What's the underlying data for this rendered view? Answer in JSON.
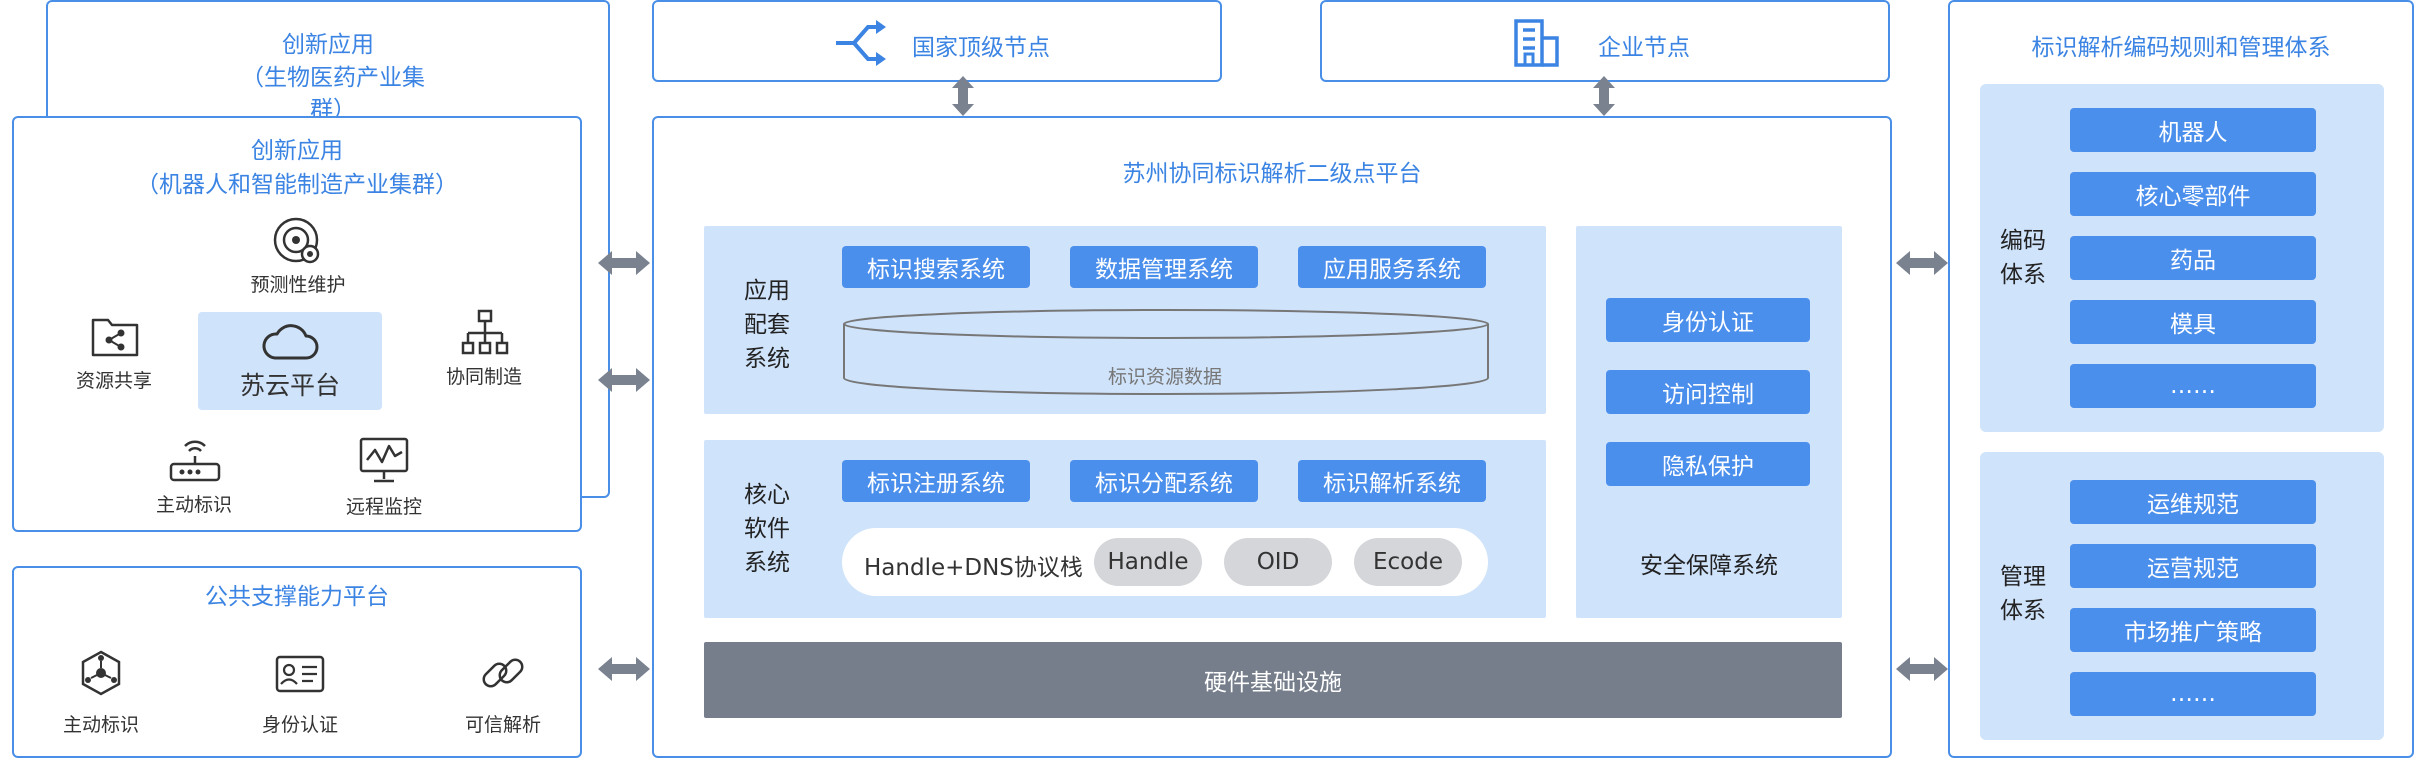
{
  "left": {
    "back_card": {
      "title": "创新应用",
      "subtitle": "（生物医药产业集群）"
    },
    "front_card": {
      "title": "创新应用",
      "subtitle": "（机器人和智能制造产业集群）",
      "center": "苏云平台",
      "items": [
        "预测性维护",
        "资源共享",
        "协同制造",
        "主动标识",
        "远程监控"
      ]
    },
    "public_card": {
      "title": "公共支撑能力平台",
      "items": [
        "主动标识",
        "身份认证",
        "可信解析"
      ]
    }
  },
  "top_nodes": {
    "national": "国家顶级节点",
    "enterprise": "企业节点"
  },
  "center": {
    "title": "苏州协同标识解析二级点平台",
    "app_support": {
      "label": [
        "应用",
        "配套",
        "系统"
      ],
      "buttons": [
        "标识搜索系统",
        "数据管理系统",
        "应用服务系统"
      ],
      "database": "标识资源数据"
    },
    "core_software": {
      "label": [
        "核心",
        "软件",
        "系统"
      ],
      "buttons": [
        "标识注册系统",
        "标识分配系统",
        "标识解析系统"
      ],
      "stack_label": "Handle+DNS协议栈",
      "stack_items": [
        "Handle",
        "OID",
        "Ecode"
      ]
    },
    "security": {
      "buttons": [
        "身份认证",
        "访问控制",
        "隐私保护"
      ],
      "label": "安全保障系统"
    },
    "hardware": "硬件基础设施"
  },
  "right": {
    "title": "标识解析编码规则和管理体系",
    "coding": {
      "label": [
        "编码",
        "体系"
      ],
      "items": [
        "机器人",
        "核心零部件",
        "药品",
        "模具",
        "……"
      ]
    },
    "management": {
      "label": [
        "管理",
        "体系"
      ],
      "items": [
        "运维规范",
        "运营规范",
        "市场推广策略",
        "……"
      ]
    }
  },
  "colors": {
    "accent": "#4b8fed",
    "border": "#4a8fe7",
    "zone": "#cfe3fb",
    "arrow": "#7a8290",
    "hardware": "#767e8b"
  }
}
